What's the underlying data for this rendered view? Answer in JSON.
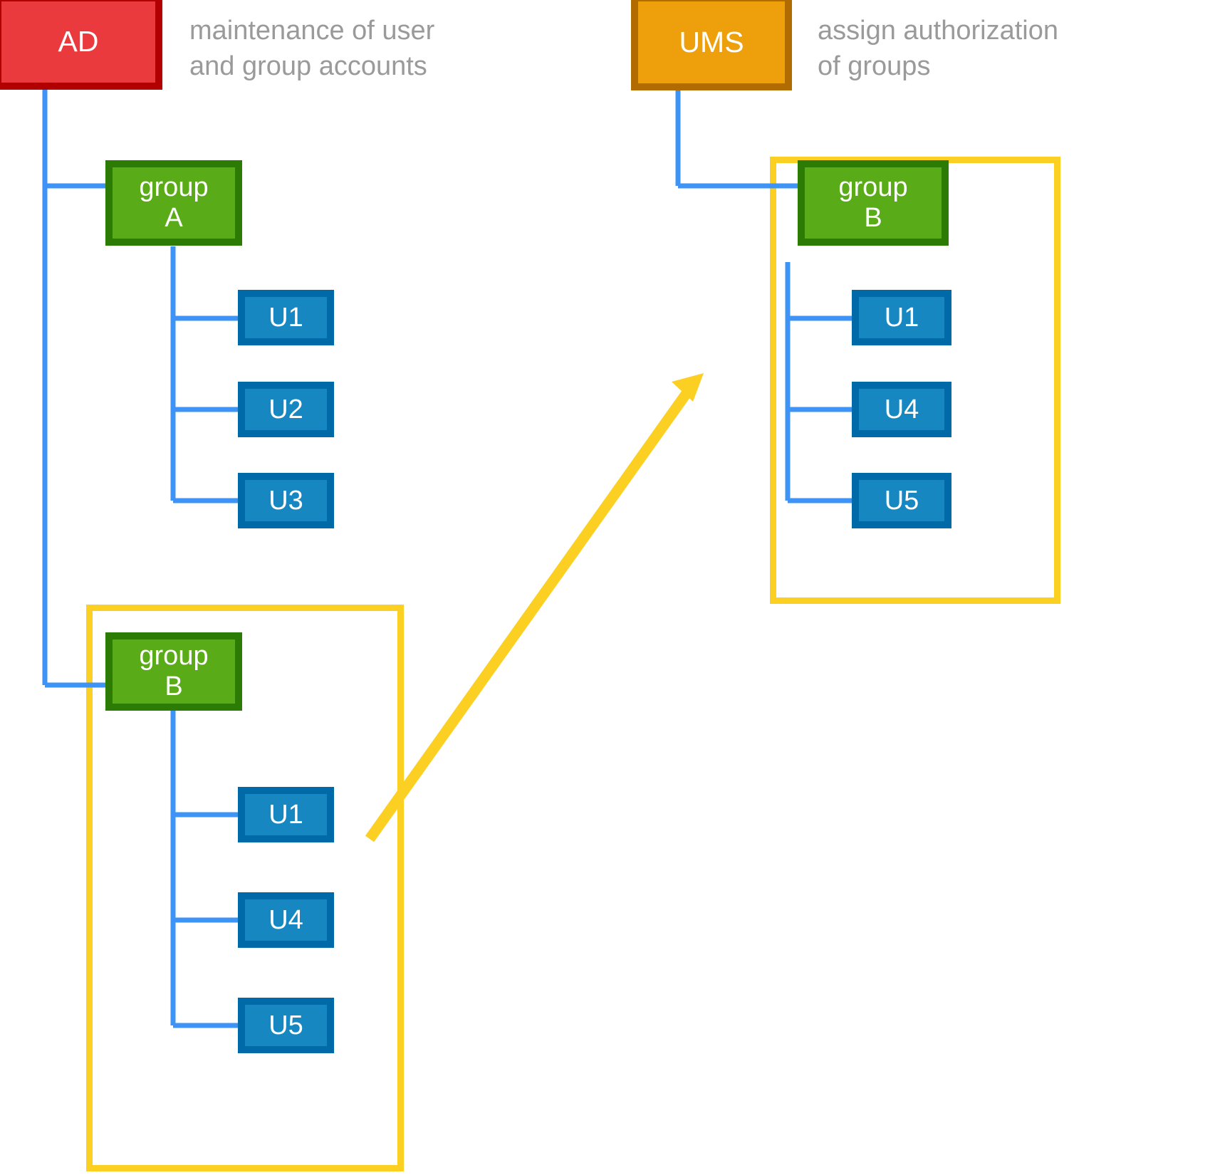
{
  "diagram": {
    "title": "AD and UMS group membership / authorization diagram",
    "background": "#ffffff",
    "colors": {
      "ad_fill": "#ea3a3d",
      "ad_border": "#b20000",
      "ums_fill": "#eda00c",
      "ums_border": "#b06c00",
      "group_fill": "#5aab18",
      "group_border": "#2c7b05",
      "user_fill": "#1787c2",
      "user_border": "#0069a8",
      "container_border": "#fbd022",
      "wire": "#3d94f6",
      "caption_text": "#9a9a9a",
      "arrow": "#fbd022"
    }
  },
  "nodes": {
    "ad": {
      "label": "AD"
    },
    "ums": {
      "label": "UMS"
    },
    "group_a": {
      "label": "group\nA"
    },
    "group_b_left": {
      "label": "group\nB"
    },
    "group_b_right": {
      "label": "group\nB"
    },
    "ad_group_a_users": [
      {
        "label": "U1"
      },
      {
        "label": "U2"
      },
      {
        "label": "U3"
      }
    ],
    "ad_group_b_users": [
      {
        "label": "U1"
      },
      {
        "label": "U4"
      },
      {
        "label": "U5"
      }
    ],
    "ums_group_b_users": [
      {
        "label": "U1"
      },
      {
        "label": "U4"
      },
      {
        "label": "U5"
      }
    ]
  },
  "captions": {
    "ad": "maintenance of user\nand group accounts",
    "ums": "assign authorization\nof groups"
  },
  "arrow": {
    "name": "group-b-mapping-arrow",
    "from": "ad group B container",
    "to": "ums group B container"
  }
}
